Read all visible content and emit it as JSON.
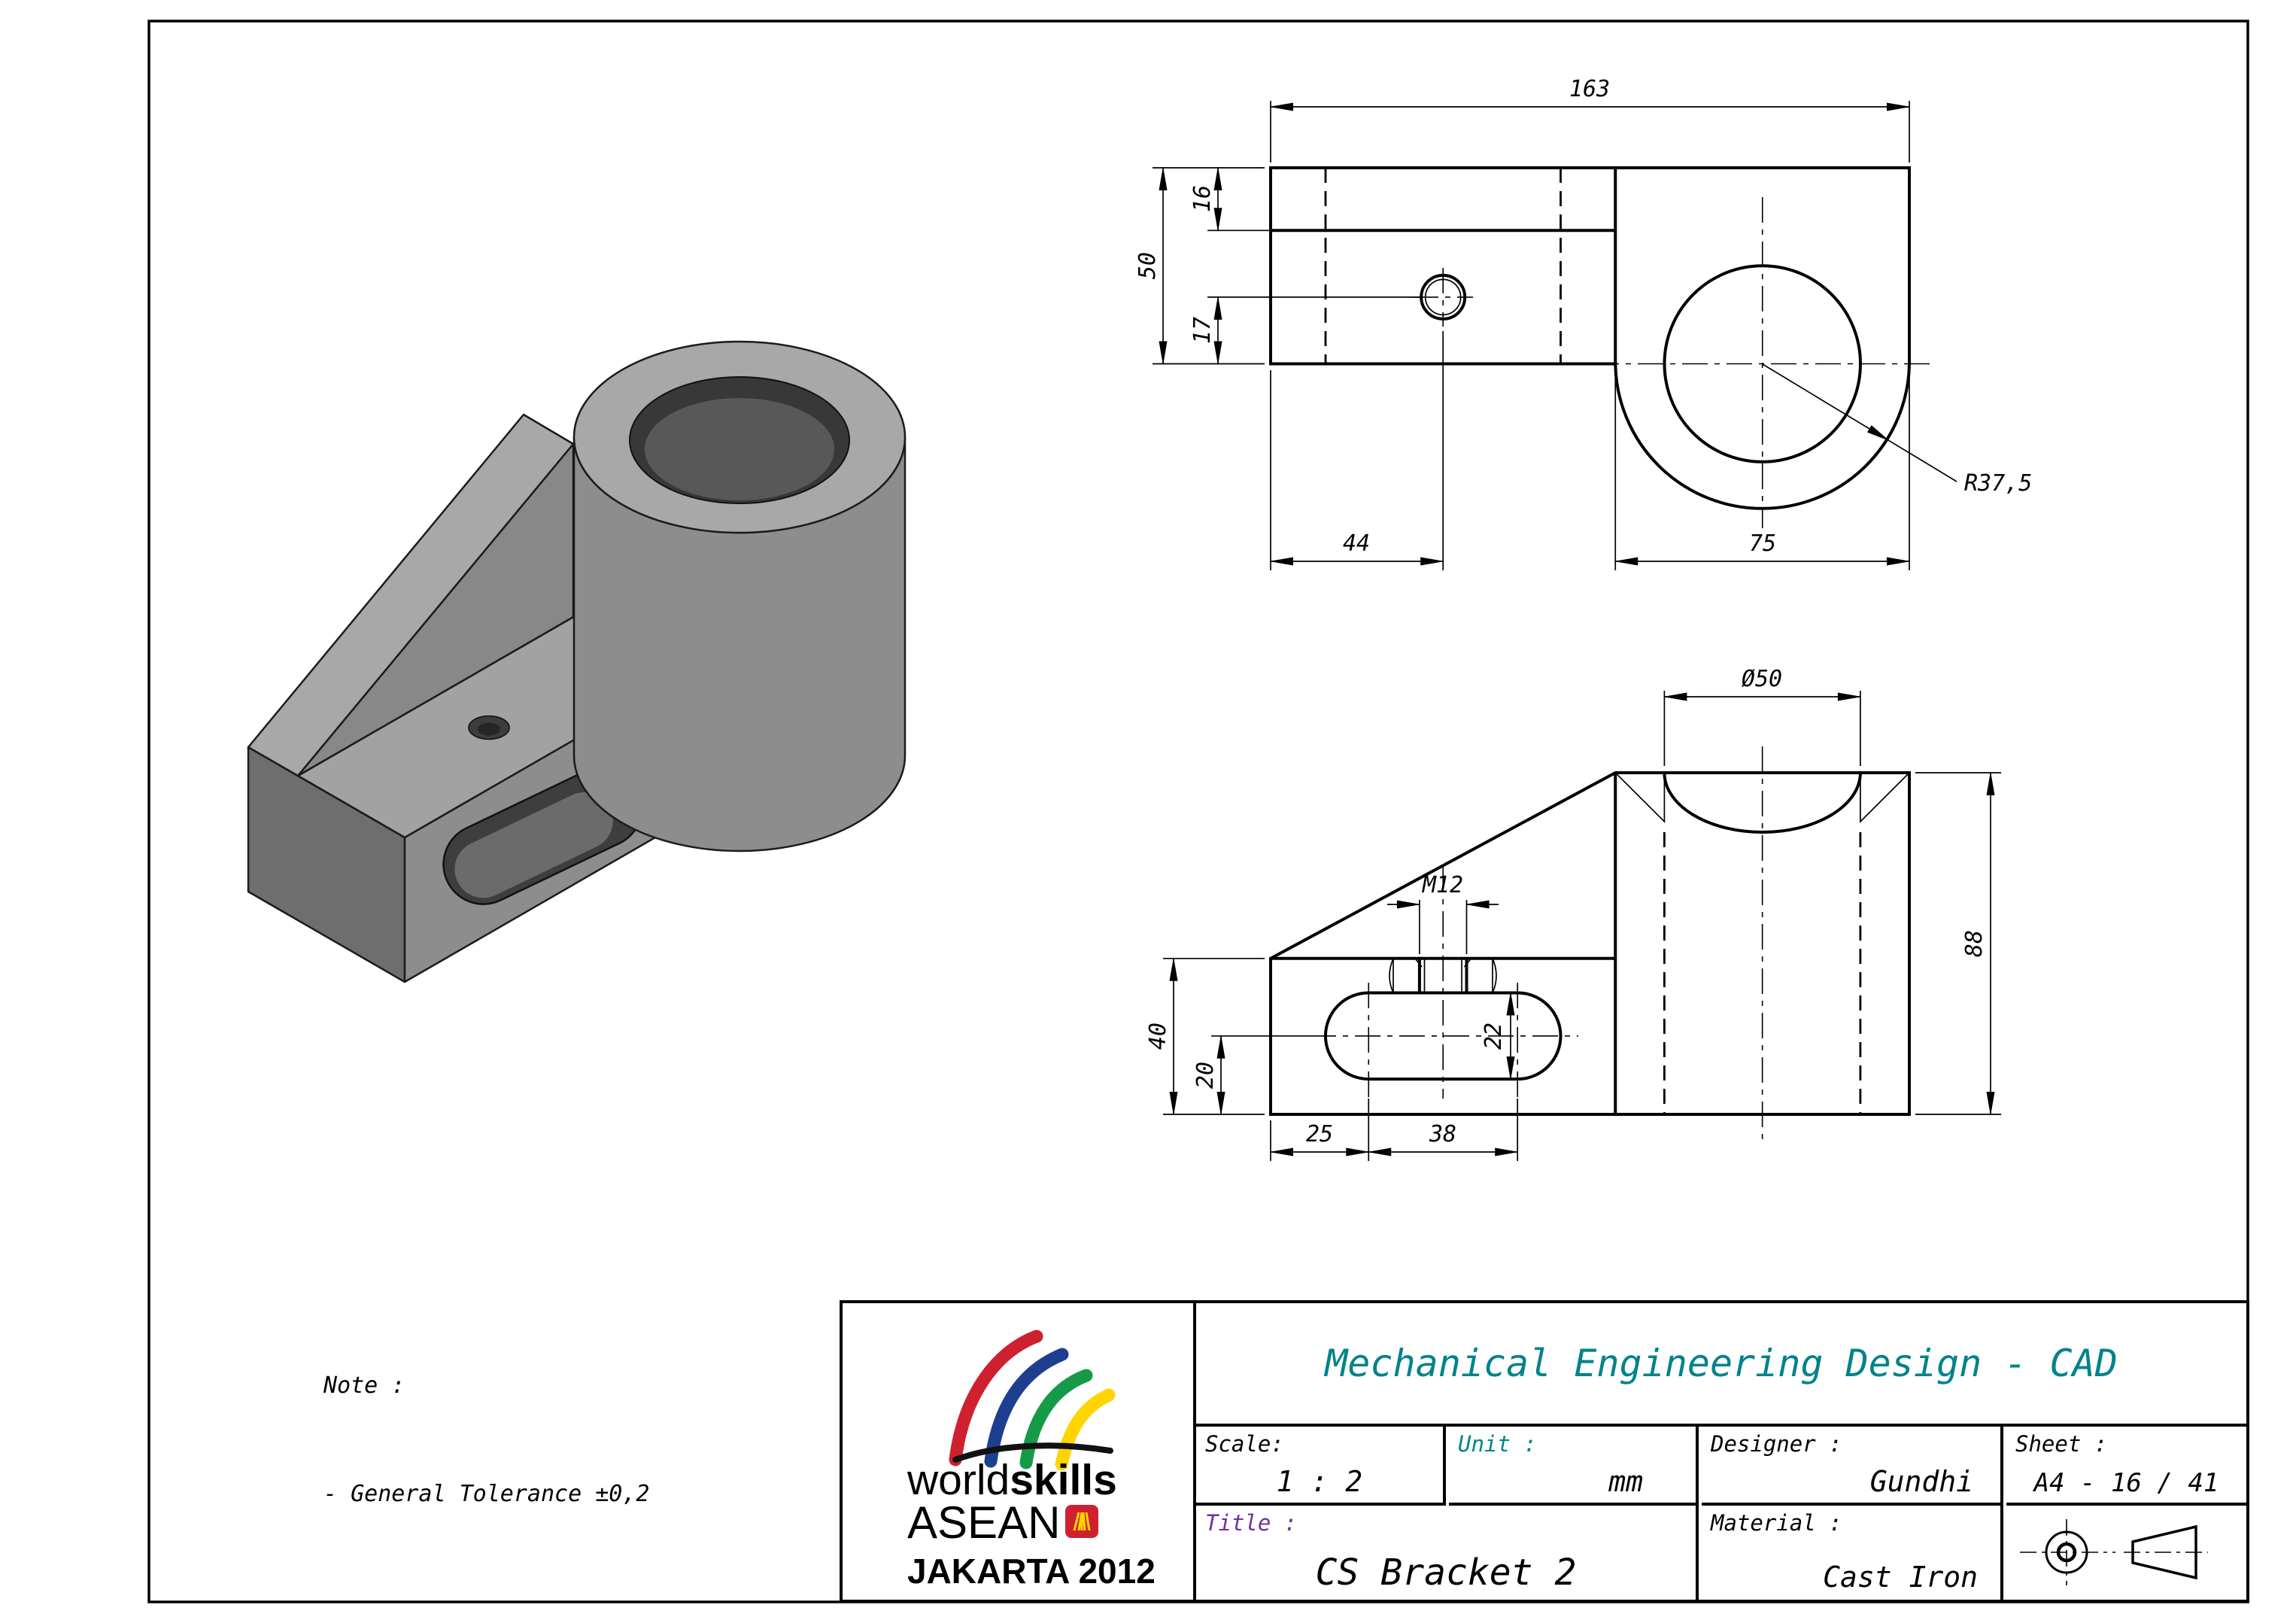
{
  "colors": {
    "line": "#000000",
    "teal": "#00838a",
    "purple": "#7030a0",
    "part_light": "#a8a8a8",
    "part_mid": "#8d8d8d",
    "part_dark": "#6e6e6e",
    "logo_red": "#cf2030",
    "logo_blue": "#1e3e8f",
    "logo_green": "#159a47",
    "logo_yellow": "#ffd400"
  },
  "note": {
    "title": "Note :",
    "line": "- General Tolerance ±0,2"
  },
  "top_view": {
    "dim_width": "163",
    "dim_step": "16",
    "dim_height": "50",
    "dim_hole_offset": "17",
    "dim_hole_x": "44",
    "dim_boss": "75",
    "dim_radius": "R37,5"
  },
  "front_view": {
    "dim_bore": "Ø50",
    "dim_thread": "M12",
    "dim_total_height": "88",
    "dim_base_height": "40",
    "dim_slot_center": "20",
    "dim_slot_height": "22",
    "dim_slot_x": "25",
    "dim_slot_span": "38"
  },
  "title_block": {
    "doc_title": "Mechanical Engineering Design - CAD",
    "scale_label": "Scale:",
    "scale_value": "1 : 2",
    "unit_label": "Unit :",
    "unit_value": "mm",
    "designer_label": "Designer :",
    "designer_value": "Gundhi",
    "sheet_label": "Sheet :",
    "sheet_value": "A4 - 16 / 41",
    "title_label": "Title :",
    "title_value": "CS Bracket 2",
    "material_label": "Material :",
    "material_value": "Cast Iron"
  },
  "logo": {
    "world": "world",
    "skills": "skills",
    "asean": "ASEAN",
    "event": "JAKARTA 2012"
  }
}
